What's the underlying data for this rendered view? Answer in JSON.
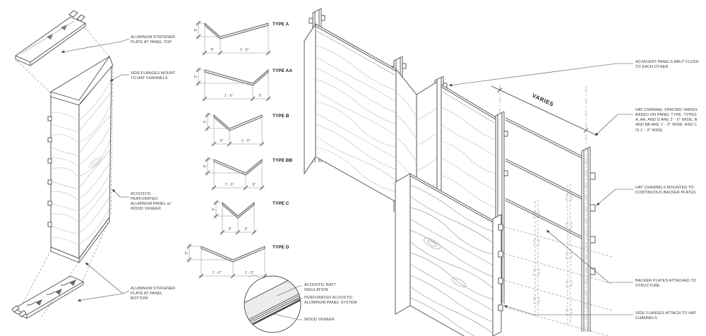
{
  "colors": {
    "background": "#ffffff",
    "line": "#4a4a4a",
    "dim_line": "#8f8f8f",
    "grain": "#bdbdbd",
    "text": "#3c3c3c",
    "insulation_fill": "#ececec",
    "veneer": "#4a4a4a"
  },
  "left_view": {
    "annotations": {
      "top_plate": "ALUMINUM STIFFENER PLATE AT PANEL TOP",
      "side_flanges": "SIDE FLANGES MOUNT TO HAT CHANNELS",
      "acoustic_panel": "ACOUSTIC PERFORATED ALUMINUM PANEL w/ WOOD VENEER",
      "bottom_plate": "ALUMINUM STIFFENER PLATE AT PANEL BOTTOM"
    }
  },
  "panel_types": [
    {
      "label": "TYPE A",
      "depth": "5\"",
      "dim_left": "6\"",
      "dim_right": "1' - 6\""
    },
    {
      "label": "TYPE AA",
      "depth": "5\"",
      "dim_left": "1' - 6\"",
      "dim_right": "6\""
    },
    {
      "label": "TYPE B",
      "depth": "5\"",
      "dim_left": "6\"",
      "dim_right": "1' - 0\""
    },
    {
      "label": "TYPE BB",
      "depth": "5\"",
      "dim_left": "1' - 0\"",
      "dim_right": "6\""
    },
    {
      "label": "TYPE C",
      "depth": "5\"",
      "dim_left": "6\"",
      "dim_right": "6\""
    },
    {
      "label": "TYPE D",
      "depth": "5\"",
      "dim_left": "1' - 0\"",
      "dim_right": "1' - 0\""
    }
  ],
  "detail_view": {
    "annotations": {
      "insulation": "ACOUSTIC BATT INSULATION",
      "panel_system": "PERFORATED ACOUSTIC ALUMINUM PANEL SYSTEM",
      "veneer": "WOOD VENEER"
    }
  },
  "main_view": {
    "dimension_label": "VARIES"
  },
  "right_annotations": {
    "abut": "ADJACENT PANELS ABUT FLUSH TO EACH OTHER",
    "spacing": "HAT CHANNEL SPACING VARIES BASED ON PANEL TYPE. TYPES A, AA, AND D ARE 2' - 0\" WIDE, B AND BB ARE 1' - 6\" WIDE, AND C IS 1' - 0\" WIDE.",
    "mounted": "HAT CHANNELS MOUNTED TO CONTINUOUS BACKER PLATES",
    "backer": "BACKER PLATES ATTACHED TO STRUCTURE",
    "side_flanges": "SIDE FLANGES ATTACH TO HAT CHANNELS"
  }
}
